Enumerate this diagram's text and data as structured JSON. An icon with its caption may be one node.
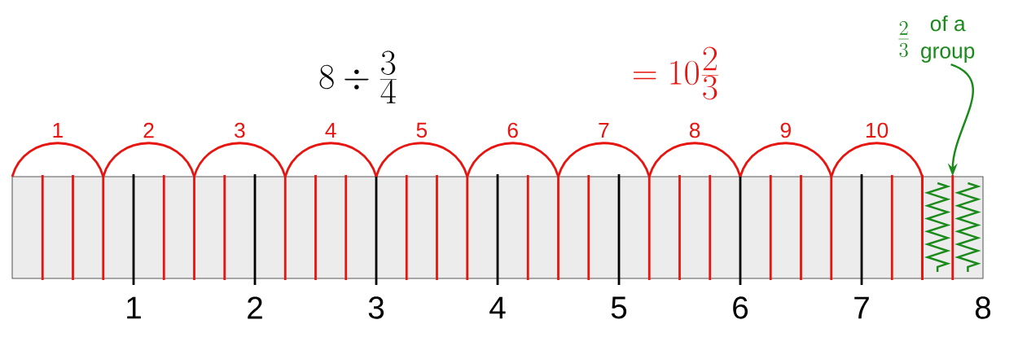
{
  "diagram": {
    "nodes": [
      {
        "text": [
          "\\frac{2}{3}",
          "of a group"
        ]
      },
      {
        "text": [],
        "shape": "zigzag"
      }
    ],
    "edges": [
      {
        "from": 0,
        "to": 1,
        "arrow": "to",
        "color": "#1a8a1a"
      }
    ],
    "labels": [
      "8 \\div \\frac{3}{4}",
      "= 10\\frac{2}{3}",
      "1",
      "2",
      "3",
      "4",
      "5",
      "6",
      "7",
      "8",
      "9",
      "10",
      "1",
      "2",
      "3",
      "4",
      "5",
      "6",
      "7",
      "8"
    ]
  }
}
